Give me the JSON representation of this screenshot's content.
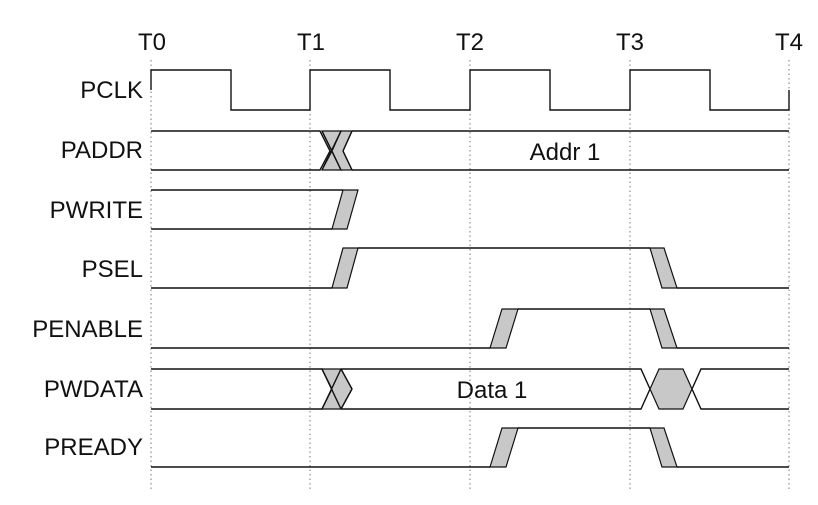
{
  "timing_diagram": {
    "time_markers": [
      "T0",
      "T1",
      "T2",
      "T3",
      "T4"
    ],
    "signals": [
      {
        "id": "pclk",
        "label": "PCLK"
      },
      {
        "id": "paddr",
        "label": "PADDR",
        "value": "Addr 1"
      },
      {
        "id": "pwrite",
        "label": "PWRITE"
      },
      {
        "id": "psel",
        "label": "PSEL"
      },
      {
        "id": "penable",
        "label": "PENABLE"
      },
      {
        "id": "pwdata",
        "label": "PWDATA",
        "value": "Data 1"
      },
      {
        "id": "pready",
        "label": "PREADY"
      }
    ],
    "colors": {
      "line": "#111111",
      "transition_fill": "#c8c8c8",
      "grid": "#777777"
    }
  }
}
